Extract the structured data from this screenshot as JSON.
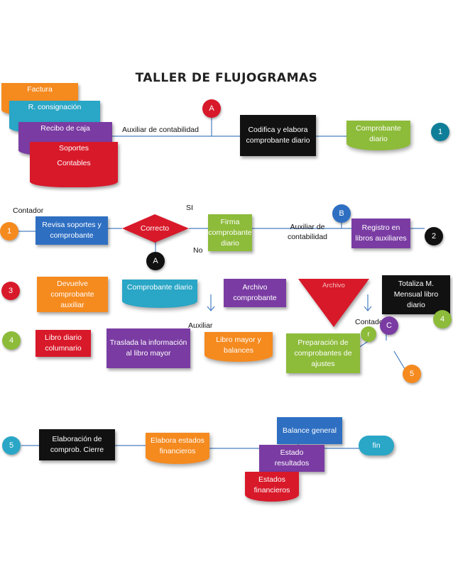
{
  "title": "TALLER DE FLUJOGRAMAS",
  "row1": {
    "factura": "Factura",
    "consignacion": "R. consignación",
    "recibo": "Recibo de caja",
    "soportes": "Soportes",
    "contables": "Contables",
    "auxiliar_label": "Auxiliar de contabilidad",
    "connector_a": "A",
    "codifica": "Codifica y elabora comprobante diario",
    "comprobante": "Comprobante diario",
    "connector_1": "1"
  },
  "row2": {
    "contador_label": "Contador",
    "connector_1": "1",
    "revisa": "Revisa soportes y comprobante",
    "correcto": "Correcto",
    "si_label": "SI",
    "no_label": "No",
    "connector_a": "A",
    "firma": "Firma comprobante diario",
    "auxiliar_label": "Auxiliar de contabilidad",
    "connector_b": "B",
    "registro": "Registro en libros auxiliares",
    "connector_2": "2"
  },
  "row3": {
    "connector_3": "3",
    "devuelve": "Devuelve comprobante auxiliar",
    "comprobante": "Comprobante diario",
    "auxiliar_label": "Auxiliar",
    "archivo_comprobante": "Archivo comprobante",
    "archivo_triangle": "Archivo",
    "contador_label": "Contador",
    "totaliza": "Totaliza M. Mensual libro diario",
    "connector_4": "4"
  },
  "row4": {
    "connector_4": "4",
    "libro_diario": "Libro diario columnario",
    "traslada": "Traslada la información al libro mayor",
    "libro_mayor": "Libro mayor y balances",
    "preparacion": "Preparación de comprobantes de ajustes",
    "connector_r": "r",
    "connector_c": "C",
    "connector_5": "5"
  },
  "row5": {
    "connector_5": "5",
    "elaboracion": "Elaboración de comprob. Cierre",
    "elabora_estados": "Elabora estados financieros",
    "balance": "Balance general",
    "estado_resultados": "Estado resultados",
    "estados_financieros": "Estados financieros",
    "fin": "fin"
  },
  "colors": {
    "orange": "#f58a1f",
    "blue": "#2e6fc2",
    "red": "#d8192a",
    "purple": "#7a3ca3",
    "black": "#111111",
    "green": "#8dbb3a",
    "teal": "#2aa6c6"
  }
}
